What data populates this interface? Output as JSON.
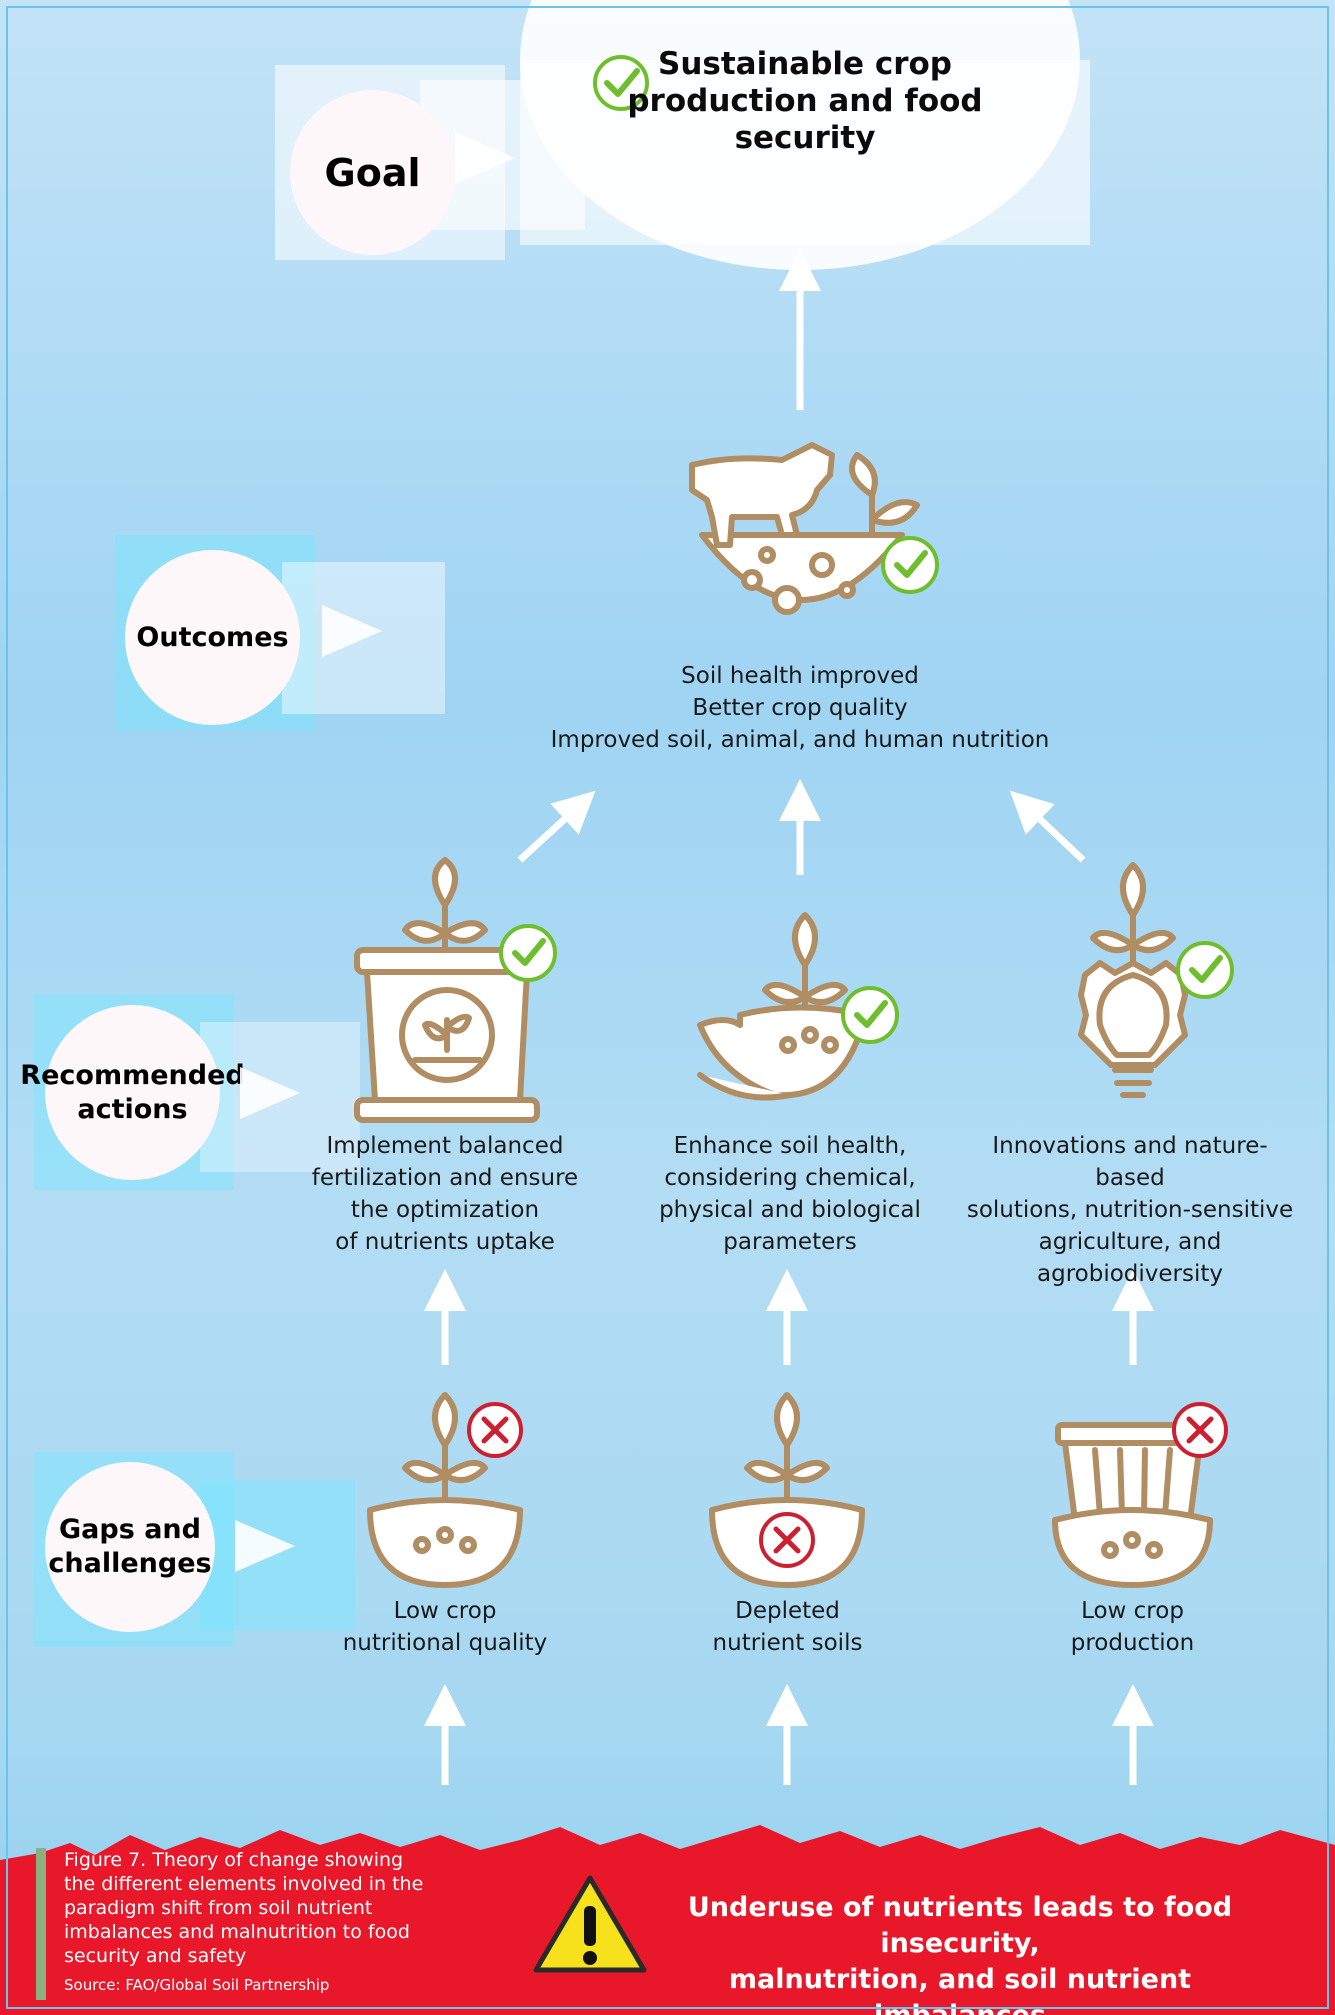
{
  "goal": {
    "label": "Goal",
    "text": "Sustainable crop production and food security"
  },
  "rows": {
    "outcomes": "Outcomes",
    "recommended_line1": "Recommended",
    "recommended_line2": "actions",
    "gaps_line1": "Gaps and",
    "gaps_line2": "challenges"
  },
  "outcome": {
    "lines": [
      "Soil health improved",
      "Better crop quality",
      "Improved soil, animal, and human nutrition"
    ]
  },
  "actions": [
    {
      "lines": [
        "Implement balanced",
        "fertilization and ensure",
        "the optimization",
        "of nutrients uptake"
      ],
      "icon": "fertilizer-bag-icon"
    },
    {
      "lines": [
        "Enhance soil health,",
        "considering chemical,",
        "physical and biological",
        "parameters"
      ],
      "icon": "hand-soil-plant-icon"
    },
    {
      "lines": [
        "Innovations and nature-based",
        "solutions, nutrition-sensitive",
        "agriculture, and",
        "agrobiodiversity"
      ],
      "icon": "lightbulb-gear-plant-icon"
    }
  ],
  "gaps": [
    {
      "lines": [
        "Low crop",
        "nutritional quality"
      ],
      "icon": "plant-soil-icon"
    },
    {
      "lines": [
        "Depleted",
        "nutrient soils"
      ],
      "icon": "depleted-soil-icon"
    },
    {
      "lines": [
        "Low crop",
        "production"
      ],
      "icon": "crate-soil-icon"
    }
  ],
  "footer": {
    "caption": "Figure 7. Theory of change showing the different elements involved in the paradigm shift from soil nutrient imbalances and malnutrition to food security and safety",
    "source": "Source: FAO/Global Soil Partnership",
    "warning_line1": "Underuse of nutrients leads to food insecurity,",
    "warning_line2": "malnutrition, and soil nutrient imbalances"
  },
  "colors": {
    "icon_stroke": "#b08d62",
    "check": "#6fbe2e",
    "cross": "#cc2030",
    "band": "#e8172a"
  }
}
